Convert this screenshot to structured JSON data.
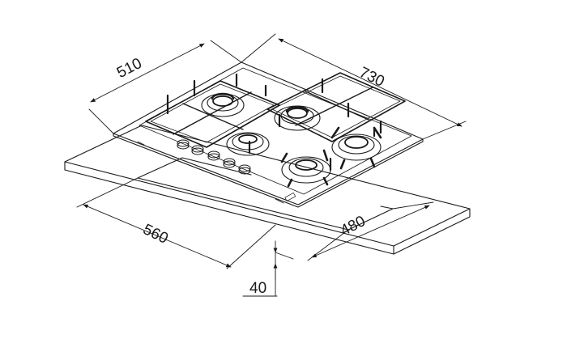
{
  "dimensions": {
    "depth_top": "510",
    "width_top": "730",
    "cutout_width": "560",
    "cutout_depth": "480",
    "thickness": "40"
  },
  "colors": {
    "line": "#1a1a1a",
    "background": "#ffffff"
  },
  "controls": {
    "knob_count": 5
  },
  "burners": {
    "count": 5
  }
}
